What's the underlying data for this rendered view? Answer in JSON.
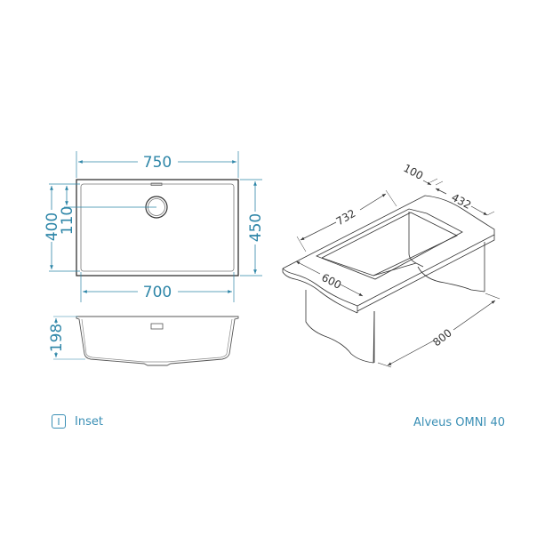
{
  "colors": {
    "dimension": "#2e86a8",
    "outline": "#333333",
    "brand": "#3a8fb5"
  },
  "top_view": {
    "outer_width_label": "750",
    "inner_width_label": "700",
    "outer_depth_label": "450",
    "inner_depth_label": "400",
    "drain_offset_label": "110"
  },
  "side_view": {
    "height_label": "198"
  },
  "iso_view": {
    "cabinet_width_label": "800",
    "cabinet_depth_label": "600",
    "cutout_width_label": "732",
    "cutout_depth_label": "432",
    "back_offset_label": "100"
  },
  "footer": {
    "install_icon_glyph": "I",
    "install_type_label": "Inset",
    "product_name": "Alveus OMNI 40"
  }
}
